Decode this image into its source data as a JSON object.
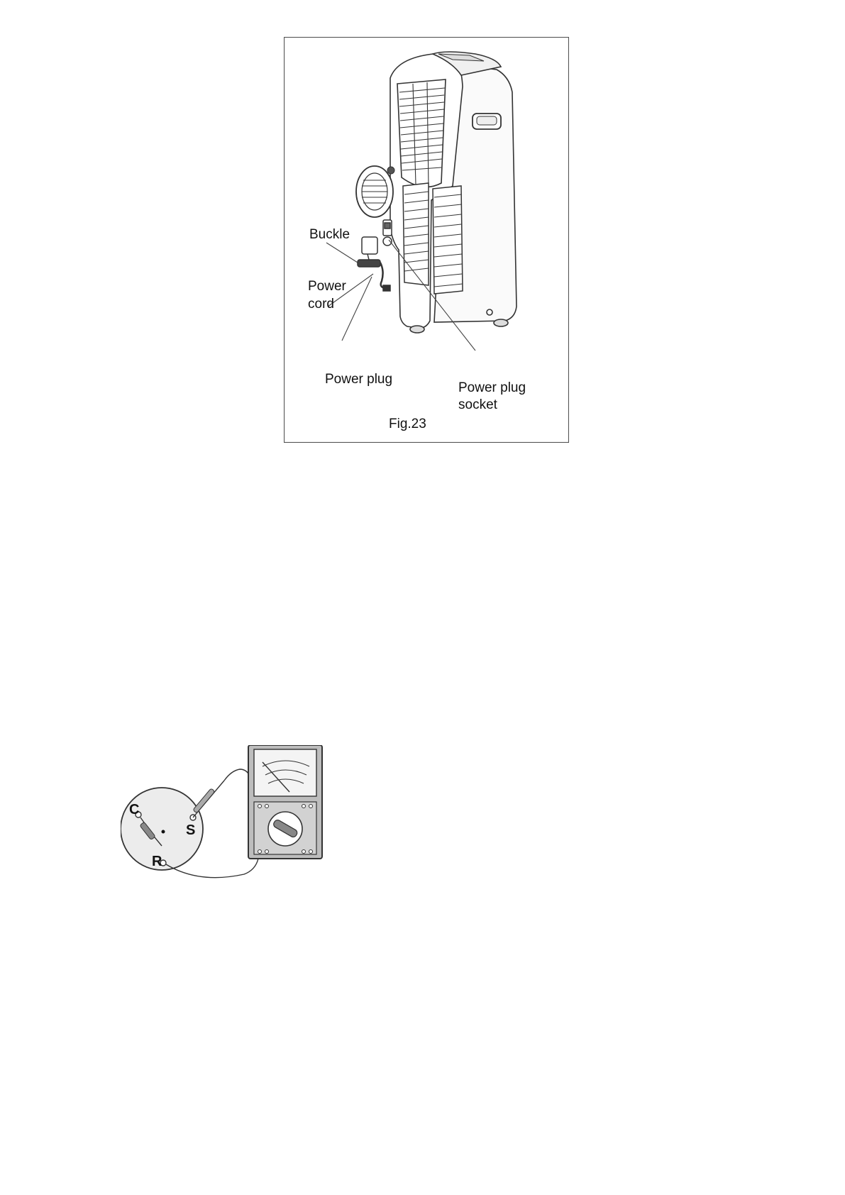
{
  "figure_23": {
    "caption": "Fig.23",
    "labels": {
      "buckle": "Buckle",
      "power_cord_line1": "Power",
      "power_cord_line2": "cord",
      "power_plug": "Power plug",
      "power_plug_socket_line1": "Power plug",
      "power_plug_socket_line2": "socket"
    }
  },
  "meter_figure": {
    "terminals": {
      "c": "C",
      "s": "S",
      "r": "R"
    }
  }
}
